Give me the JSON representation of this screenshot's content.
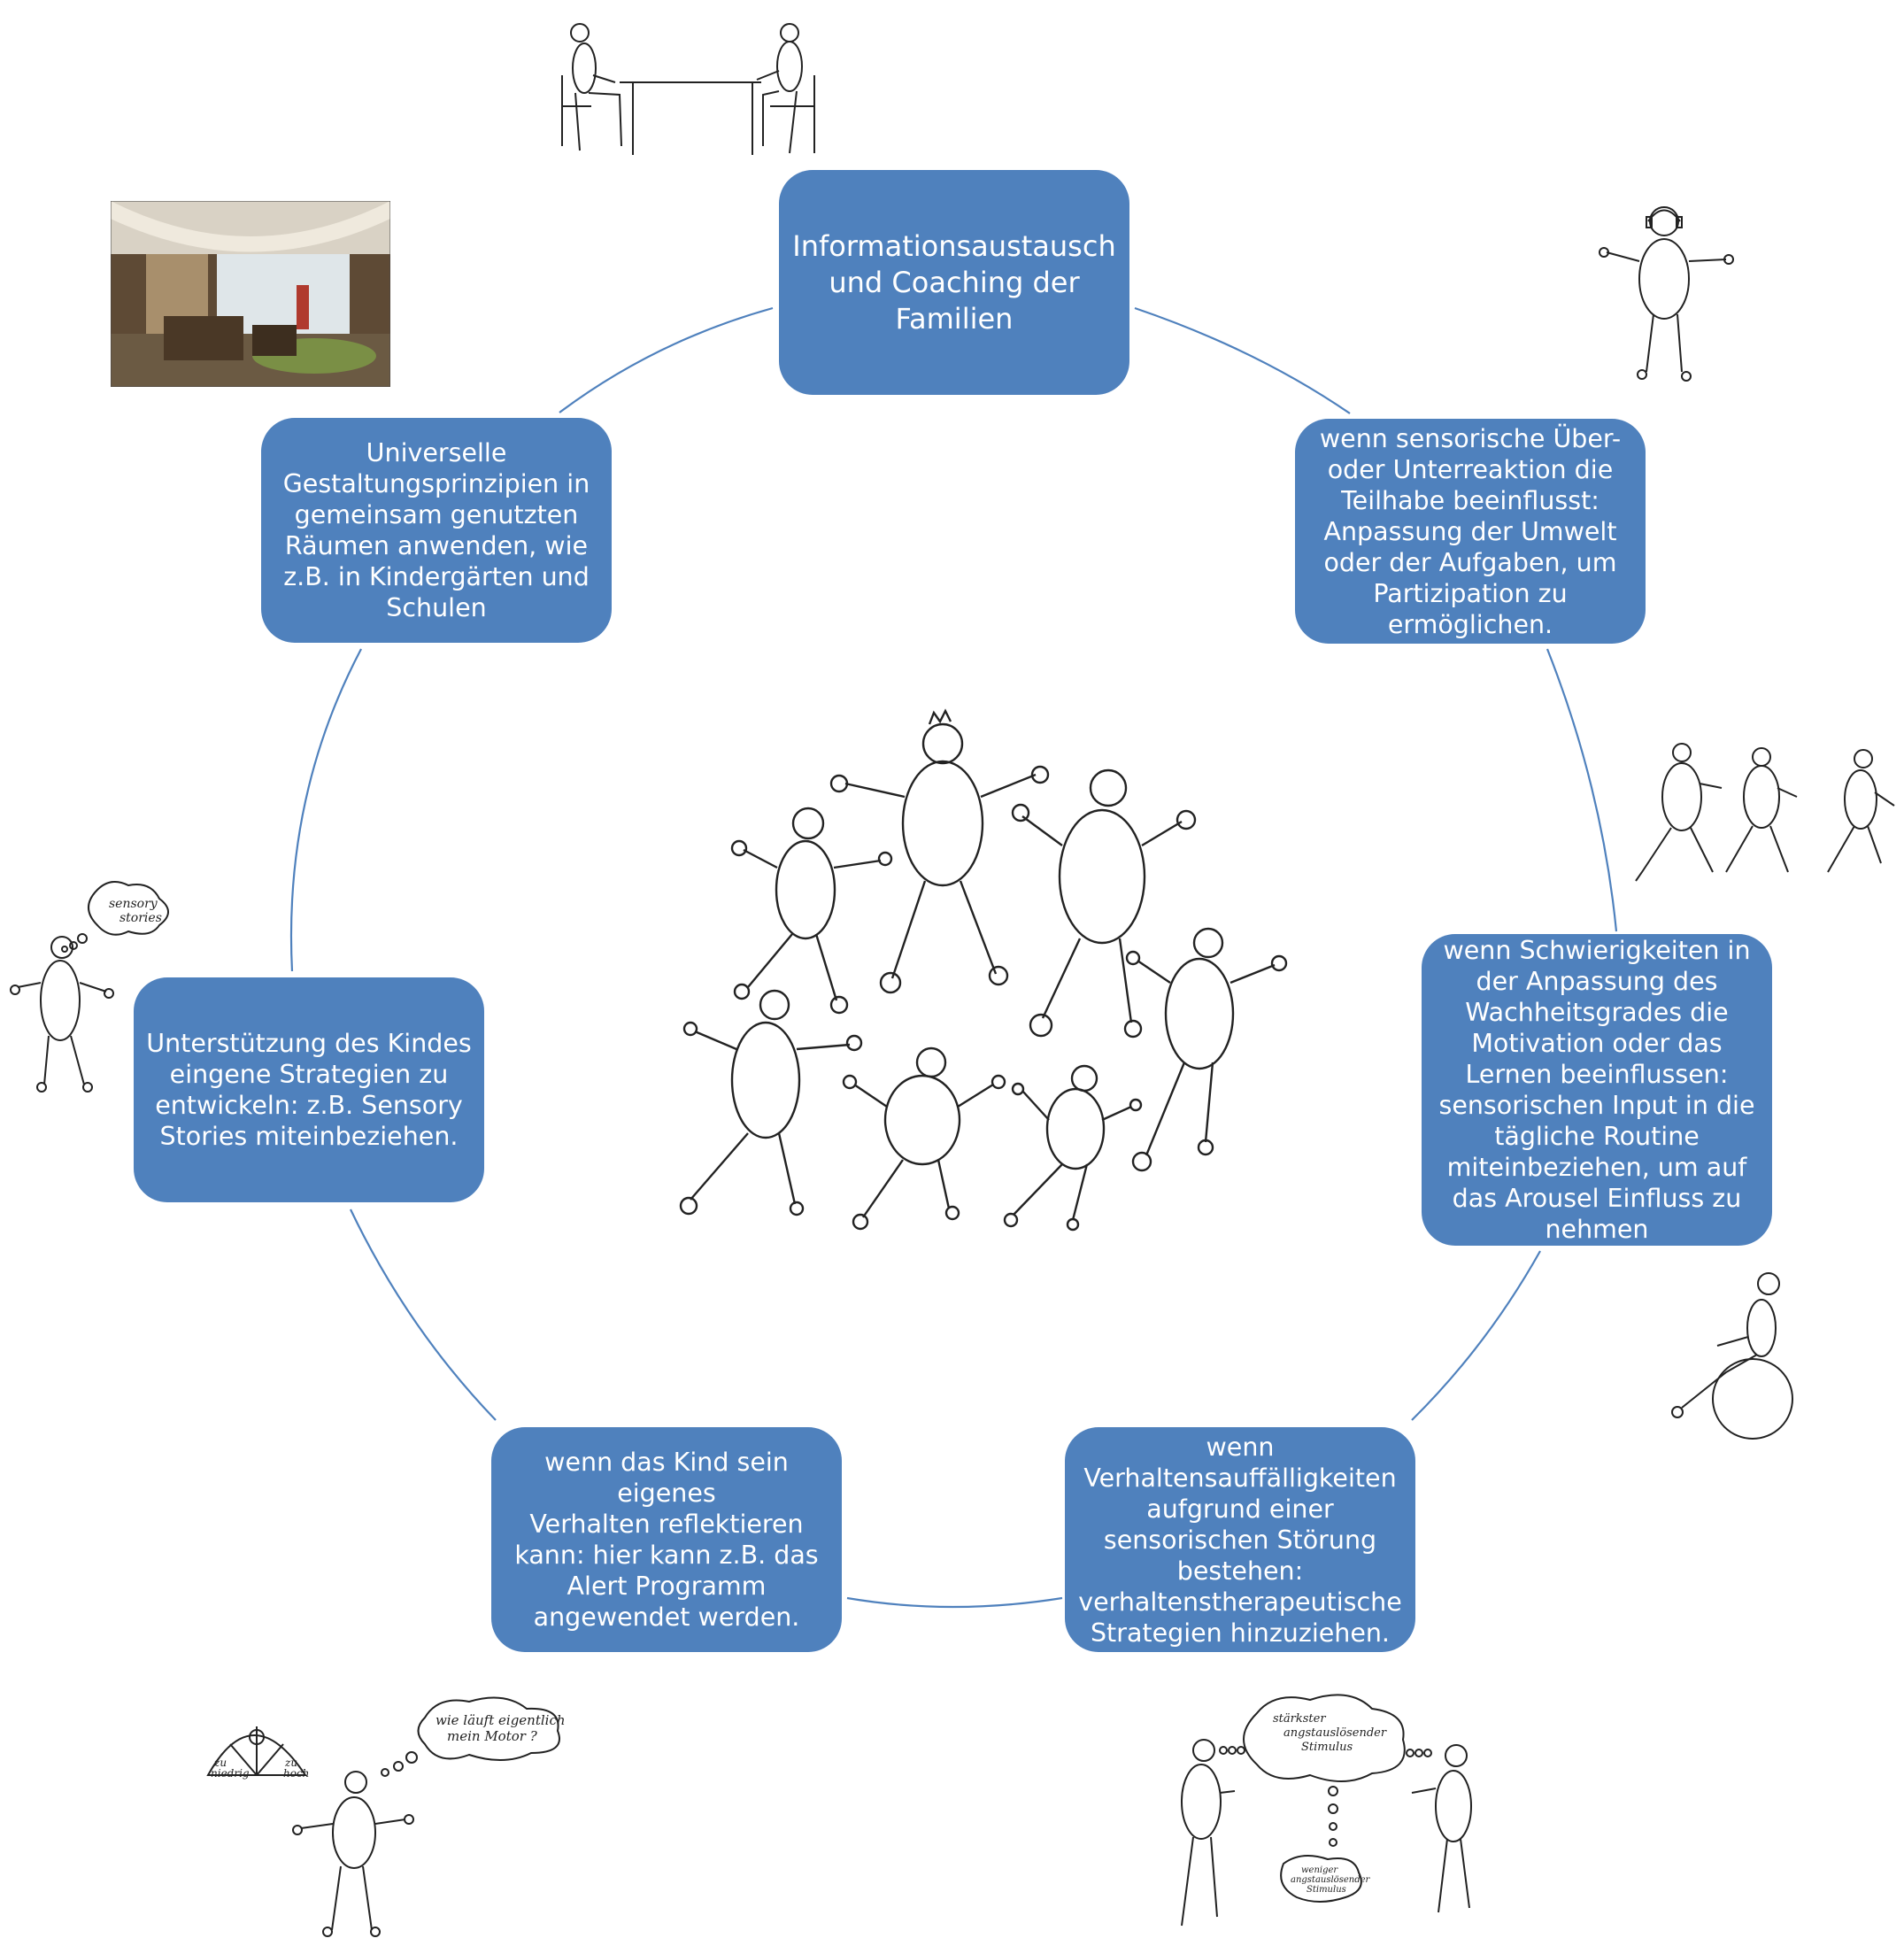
{
  "diagram": {
    "nodes": [
      {
        "id": "top",
        "text": "Informationsaustausch\nund Coaching der\nFamilien"
      },
      {
        "id": "tr",
        "text": "wenn sensorische Über-\noder Unterreaktion die\nTeilhabe beeinflusst:\nAnpassung der Umwelt\noder der Aufgaben, um\nPartizipation zu\nermöglichen."
      },
      {
        "id": "r",
        "text": "wenn Schwierigkeiten in\nder Anpassung des\nWachheitsgrades die\nMotivation oder das\nLernen beeinflussen:\nsensorischen Input in die\ntägliche Routine\nmiteinbeziehen, um auf\ndas Arousel Einfluss zu\nnehmen"
      },
      {
        "id": "br",
        "text": "wenn\nVerhaltensauffälligkeiten\naufgrund einer\nsensorischen Störung\nbestehen:\nverhaltenstherapeutische\nStrategien hinzuziehen."
      },
      {
        "id": "bl",
        "text": "wenn das Kind sein eigenes\nVerhalten reflektieren\nkann: hier kann z.B. das\nAlert  Programm\nangewendet werden."
      },
      {
        "id": "l",
        "text": "Unterstützung des Kindes\neingene Strategien zu\nentwickeln: z.B. Sensory\nStories miteinbeziehen."
      },
      {
        "id": "tl",
        "text": "Universelle\nGestaltungsprinzipien in\ngemeinsam genutzten\nRäumen anwenden, wie\nz.B. in Kindergärten und\nSchulen"
      }
    ],
    "colors": {
      "node_fill": "#4f81bd",
      "node_text": "#ffffff",
      "connector": "#4f81bd",
      "sketch": "#222222"
    },
    "sketch_notes": {
      "sensory_stories": "sensory\nstories",
      "motor_question": "wie läuft eigentlich\nmein Motor ?",
      "dial_low": "zu\nniedrig",
      "dial_high": "zu\nhoch",
      "fear_strongest": "stärkster\nangstauslösender\nStimulus",
      "fear_weakest": "weniger\nangstauslösender\nStimulus"
    },
    "photo": {
      "description_icon": "classroom-photo"
    }
  }
}
